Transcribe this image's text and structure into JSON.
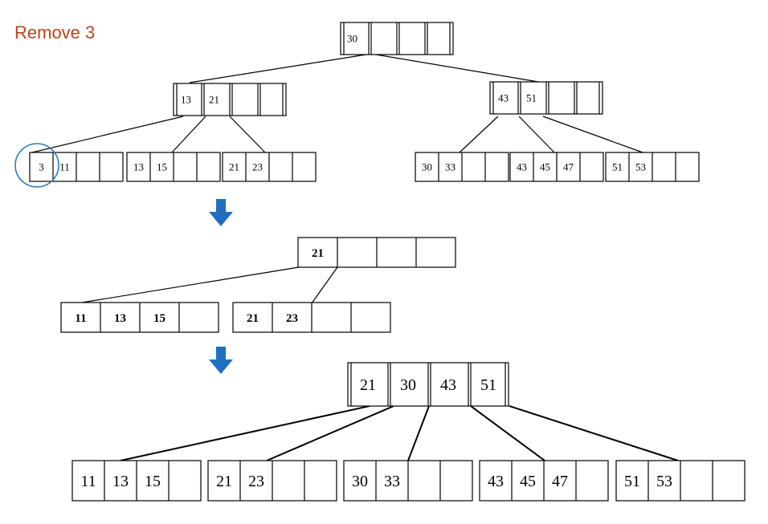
{
  "title": "Remove 3",
  "colors": {
    "title": "#c0441c",
    "arrow": "#1f6fc0",
    "circle": "#2c7bbf"
  },
  "top_tree": {
    "root": {
      "keys": [
        "30",
        "",
        "",
        ""
      ]
    },
    "internal_left": {
      "keys": [
        "13",
        "21",
        "",
        ""
      ]
    },
    "internal_right": {
      "keys": [
        "43",
        "51",
        "",
        ""
      ]
    },
    "leaves": [
      {
        "keys": [
          "3",
          "11",
          "",
          ""
        ]
      },
      {
        "keys": [
          "13",
          "15",
          "",
          ""
        ]
      },
      {
        "keys": [
          "21",
          "23",
          "",
          ""
        ]
      },
      {
        "keys": [
          "30",
          "33",
          "",
          ""
        ]
      },
      {
        "keys": [
          "43",
          "45",
          "47",
          ""
        ]
      },
      {
        "keys": [
          "51",
          "53",
          "",
          ""
        ]
      }
    ],
    "highlighted_key": "3"
  },
  "middle_tree": {
    "node": {
      "keys": [
        "21",
        "",
        "",
        ""
      ]
    },
    "leaves": [
      {
        "keys": [
          "11",
          "13",
          "15",
          ""
        ]
      },
      {
        "keys": [
          "21",
          "23",
          "",
          ""
        ]
      }
    ]
  },
  "bottom_tree": {
    "root": {
      "keys": [
        "21",
        "30",
        "43",
        "51"
      ]
    },
    "leaves": [
      {
        "keys": [
          "11",
          "13",
          "15",
          ""
        ]
      },
      {
        "keys": [
          "21",
          "23",
          "",
          ""
        ]
      },
      {
        "keys": [
          "30",
          "33",
          "",
          ""
        ]
      },
      {
        "keys": [
          "43",
          "45",
          "47",
          ""
        ]
      },
      {
        "keys": [
          "51",
          "53",
          "",
          ""
        ]
      }
    ]
  },
  "arrows": [
    "down-arrow",
    "down-arrow"
  ]
}
